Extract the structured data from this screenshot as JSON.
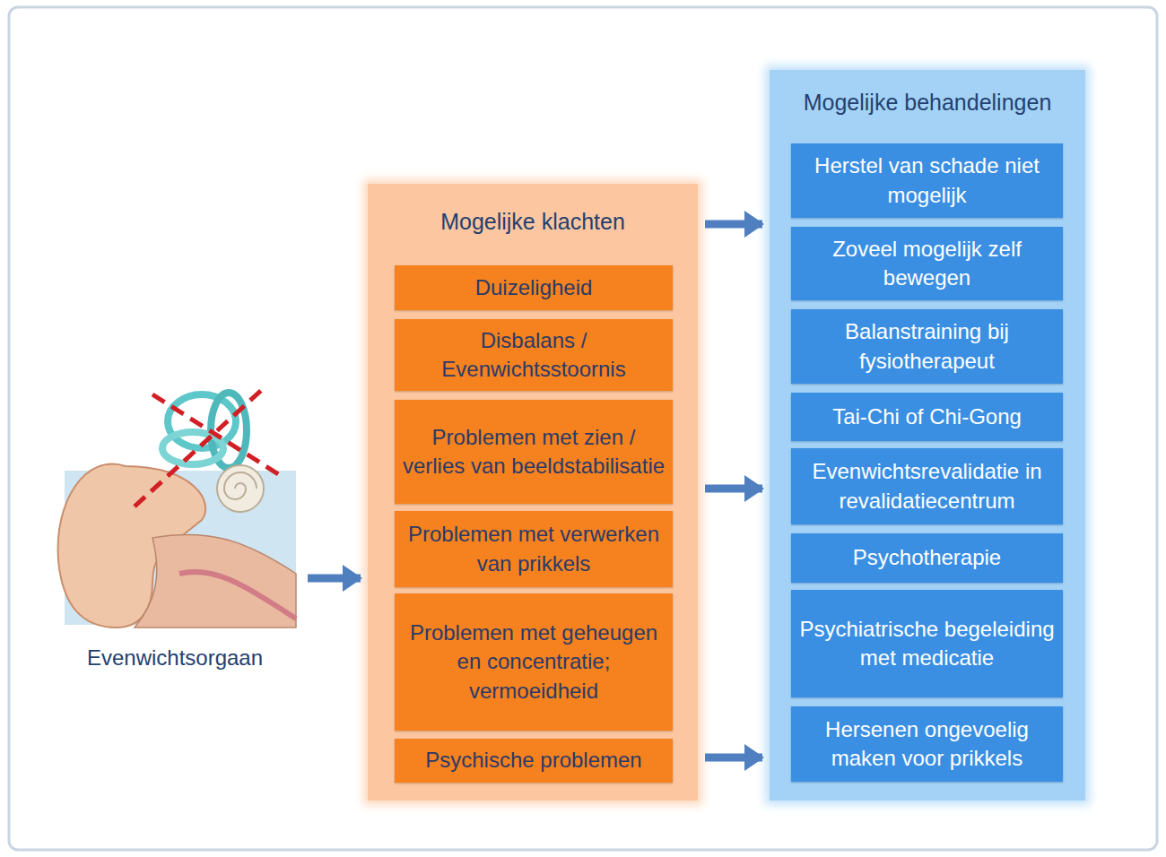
{
  "diagram": {
    "nodes": [
      {
        "text": [
          "Evenwichtsorgaan"
        ]
      },
      {
        "text": [
          "Mogelijke klachten"
        ]
      },
      {
        "text": [
          "Duizeligheid"
        ],
        "in": 1
      },
      {
        "text": [
          "Disbalans / Evenwichtsstoornis"
        ],
        "in": 1
      },
      {
        "text": [
          "Problemen met zien / verlies van beeldstabilisatie"
        ],
        "in": 1
      },
      {
        "text": [
          "Problemen met verwerken van prikkels"
        ],
        "in": 1
      },
      {
        "text": [
          "Problemen met geheugen en concentratie; vermoeidheid"
        ],
        "in": 1
      },
      {
        "text": [
          "Psychische problemen"
        ],
        "in": 1
      },
      {
        "text": [
          "Mogelijke behandelingen"
        ]
      },
      {
        "text": [
          "Herstel van schade niet mogelijk"
        ],
        "in": 8
      },
      {
        "text": [
          "Zoveel mogelijk zelf bewegen"
        ],
        "in": 8
      },
      {
        "text": [
          "Balanstraining bij fysiotherapeut"
        ],
        "in": 8
      },
      {
        "text": [
          "Tai-Chi of Chi-Gong"
        ],
        "in": 8
      },
      {
        "text": [
          "Evenwichtsrevalidatie in revalidatiecentrum"
        ],
        "in": 8
      },
      {
        "text": [
          "Psychotherapie"
        ],
        "in": 8
      },
      {
        "text": [
          "Psychiatrische begeleiding met medicatie"
        ],
        "in": 8
      },
      {
        "text": [
          "Hersenen ongevoelig maken voor prikkels"
        ],
        "in": 8
      }
    ],
    "edges": [
      {
        "from": 0,
        "to": 1,
        "arrow": "to"
      },
      {
        "from": 1,
        "to": 8,
        "arrow": "to"
      },
      {
        "from": 1,
        "to": 8,
        "arrow": "to"
      },
      {
        "from": 1,
        "to": 8,
        "arrow": "to"
      }
    ]
  }
}
